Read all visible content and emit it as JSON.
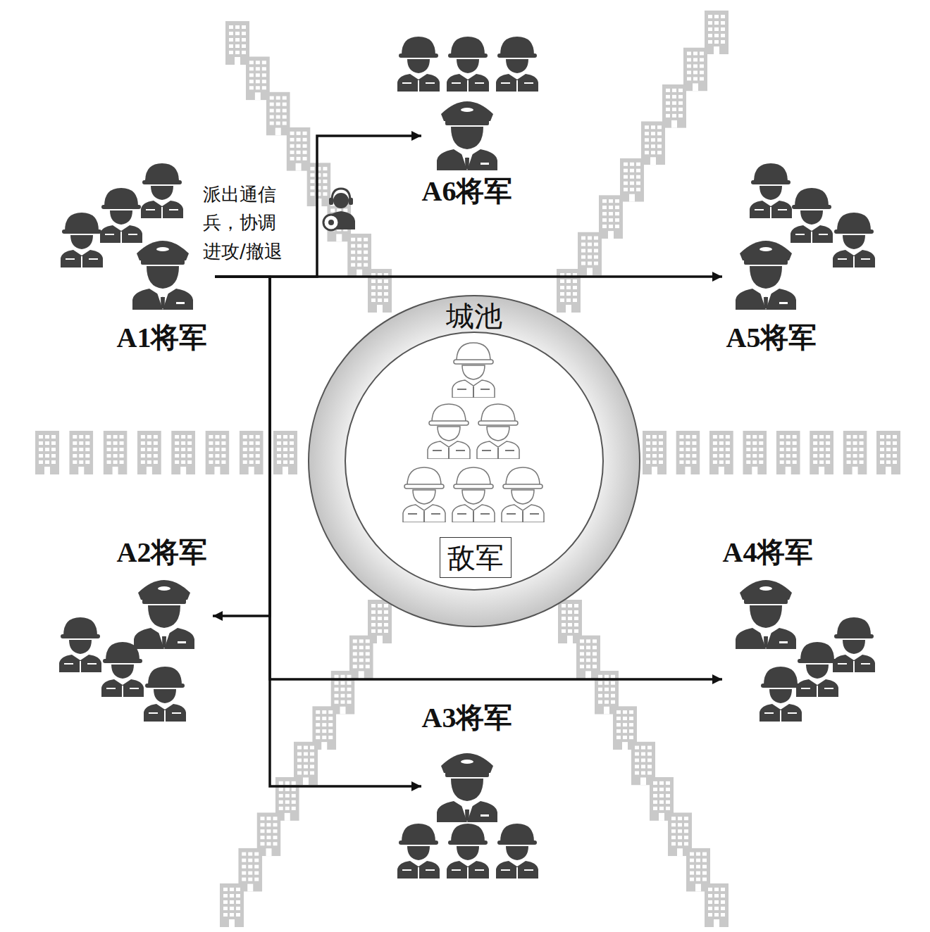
{
  "diagram": {
    "nodes": [
      {
        "text": [
          "A6将军"
        ]
      },
      {
        "text": [
          "A1将军"
        ]
      },
      {
        "text": [
          "A5将军"
        ]
      },
      {
        "text": [
          "城池"
        ]
      },
      {
        "text": [
          "敌军"
        ],
        "in": 3
      },
      {
        "text": [
          "A2将军"
        ]
      },
      {
        "text": [
          "A4将军"
        ]
      },
      {
        "text": [
          "A3将军"
        ]
      }
    ],
    "edges": [
      {
        "from": 1,
        "to": 0,
        "arrow": "to"
      },
      {
        "from": 1,
        "to": 2,
        "arrow": "to"
      },
      {
        "from": 1,
        "to": 5,
        "arrow": "to"
      },
      {
        "from": 1,
        "to": 6,
        "arrow": "to"
      },
      {
        "from": 1,
        "to": 7,
        "arrow": "to"
      }
    ],
    "labels": [
      "派出通信兵，协调进攻/撤退"
    ]
  }
}
